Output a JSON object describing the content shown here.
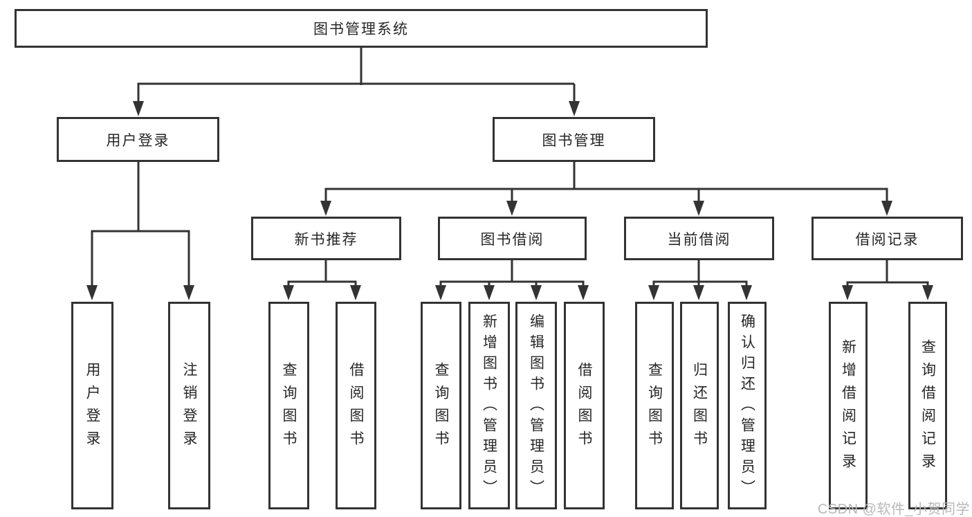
{
  "colors": {
    "line": "#333333",
    "text": "#262626",
    "watermark": "#b8b8b8",
    "background": "#ffffff"
  },
  "watermark": {
    "text": "CSDN @软件_小贺同学"
  },
  "tree": {
    "label": "图书管理系统",
    "children": [
      {
        "label": "用户登录",
        "children": [
          {
            "label": "用户登录"
          },
          {
            "label": "注销登录"
          }
        ]
      },
      {
        "label": "图书管理",
        "children": [
          {
            "label": "新书推荐",
            "children": [
              {
                "label": "查询图书"
              },
              {
                "label": "借阅图书"
              }
            ]
          },
          {
            "label": "图书借阅",
            "children": [
              {
                "label": "查询图书"
              },
              {
                "label": "新增图书（管理员）"
              },
              {
                "label": "编辑图书（管理员）"
              },
              {
                "label": "借阅图书"
              }
            ]
          },
          {
            "label": "当前借阅",
            "children": [
              {
                "label": "查询图书"
              },
              {
                "label": "归还图书"
              },
              {
                "label": "确认归还（管理员）"
              }
            ]
          },
          {
            "label": "借阅记录",
            "children": [
              {
                "label": "新增借阅记录"
              },
              {
                "label": "查询借阅记录"
              }
            ]
          }
        ]
      }
    ]
  }
}
